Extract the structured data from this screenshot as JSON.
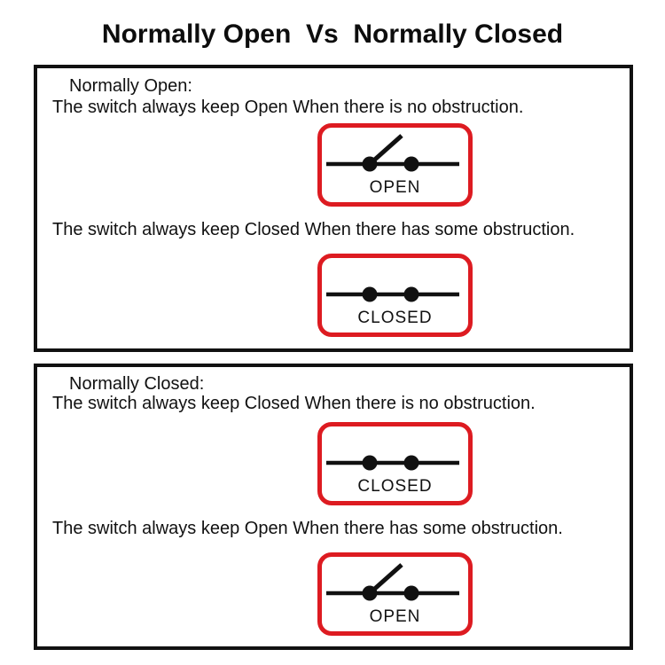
{
  "title": "Normally Open  Vs  Normally Closed",
  "colors": {
    "accent_red": "#dd1b21",
    "border_black": "#111111",
    "background": "#ffffff"
  },
  "icons": {
    "open_switch": "open-switch-icon",
    "closed_switch": "closed-switch-icon"
  },
  "panels": [
    {
      "heading": "Normally Open:",
      "line1": "The switch always keep Open When there is no obstruction.",
      "line2": "The switch always keep Closed When there has some obstruction.",
      "cards": [
        {
          "state": "open",
          "label": "OPEN"
        },
        {
          "state": "closed",
          "label": "CLOSED"
        }
      ]
    },
    {
      "heading": "Normally Closed:",
      "line1": "The switch always keep Closed When there is no obstruction.",
      "line2": "The switch always keep Open When there has some obstruction.",
      "cards": [
        {
          "state": "closed",
          "label": "CLOSED"
        },
        {
          "state": "open",
          "label": "OPEN"
        }
      ]
    }
  ]
}
